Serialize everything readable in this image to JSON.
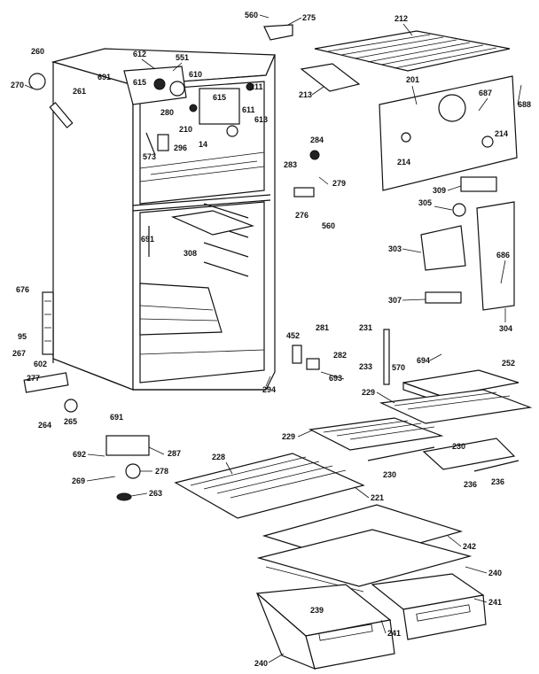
{
  "labels": [
    {
      "id": "p560a",
      "text": "560"
    },
    {
      "id": "p275",
      "text": "275"
    },
    {
      "id": "p212",
      "text": "212"
    },
    {
      "id": "p260",
      "text": "260"
    },
    {
      "id": "p612",
      "text": "612"
    },
    {
      "id": "p551",
      "text": "551"
    },
    {
      "id": "p270",
      "text": "270"
    },
    {
      "id": "p261",
      "text": "261"
    },
    {
      "id": "p691a",
      "text": "691"
    },
    {
      "id": "p615a",
      "text": "615"
    },
    {
      "id": "p610",
      "text": "610"
    },
    {
      "id": "p211",
      "text": "211"
    },
    {
      "id": "p213",
      "text": "213"
    },
    {
      "id": "p201",
      "text": "201"
    },
    {
      "id": "p687",
      "text": "687"
    },
    {
      "id": "p688",
      "text": "688"
    },
    {
      "id": "p615b",
      "text": "615"
    },
    {
      "id": "p611",
      "text": "611"
    },
    {
      "id": "p280",
      "text": "280"
    },
    {
      "id": "p613",
      "text": "613"
    },
    {
      "id": "p210",
      "text": "210"
    },
    {
      "id": "p573",
      "text": "573"
    },
    {
      "id": "p296",
      "text": "296"
    },
    {
      "id": "p14",
      "text": "14"
    },
    {
      "id": "p214a",
      "text": "214"
    },
    {
      "id": "p214b",
      "text": "214"
    },
    {
      "id": "p284",
      "text": "284"
    },
    {
      "id": "p283",
      "text": "283"
    },
    {
      "id": "p279",
      "text": "279"
    },
    {
      "id": "p309",
      "text": "309"
    },
    {
      "id": "p305",
      "text": "305"
    },
    {
      "id": "p276",
      "text": "276"
    },
    {
      "id": "p560b",
      "text": "560"
    },
    {
      "id": "p691b",
      "text": "691"
    },
    {
      "id": "p308",
      "text": "308"
    },
    {
      "id": "p303",
      "text": "303"
    },
    {
      "id": "p686",
      "text": "686"
    },
    {
      "id": "p676",
      "text": "676"
    },
    {
      "id": "p307",
      "text": "307"
    },
    {
      "id": "p304",
      "text": "304"
    },
    {
      "id": "p95",
      "text": "95"
    },
    {
      "id": "p267",
      "text": "267"
    },
    {
      "id": "p281",
      "text": "281"
    },
    {
      "id": "p231",
      "text": "231"
    },
    {
      "id": "p452",
      "text": "452"
    },
    {
      "id": "p602",
      "text": "602"
    },
    {
      "id": "p282",
      "text": "282"
    },
    {
      "id": "p233",
      "text": "233"
    },
    {
      "id": "p570",
      "text": "570"
    },
    {
      "id": "p694",
      "text": "694"
    },
    {
      "id": "p252",
      "text": "252"
    },
    {
      "id": "p277",
      "text": "277"
    },
    {
      "id": "p693",
      "text": "693"
    },
    {
      "id": "p294",
      "text": "294"
    },
    {
      "id": "p229a",
      "text": "229"
    },
    {
      "id": "p264",
      "text": "264"
    },
    {
      "id": "p265",
      "text": "265"
    },
    {
      "id": "p691c",
      "text": "691"
    },
    {
      "id": "p229b",
      "text": "229"
    },
    {
      "id": "p230a",
      "text": "230"
    },
    {
      "id": "p287",
      "text": "287"
    },
    {
      "id": "p692",
      "text": "692"
    },
    {
      "id": "p228",
      "text": "228"
    },
    {
      "id": "p230b",
      "text": "230"
    },
    {
      "id": "p236a",
      "text": "236"
    },
    {
      "id": "p236b",
      "text": "236"
    },
    {
      "id": "p278",
      "text": "278"
    },
    {
      "id": "p269",
      "text": "269"
    },
    {
      "id": "p263",
      "text": "263"
    },
    {
      "id": "p221",
      "text": "221"
    },
    {
      "id": "p242",
      "text": "242"
    },
    {
      "id": "p240a",
      "text": "240"
    },
    {
      "id": "p239",
      "text": "239"
    },
    {
      "id": "p241a",
      "text": "241"
    },
    {
      "id": "p241b",
      "text": "241"
    },
    {
      "id": "p240b",
      "text": "240"
    }
  ]
}
